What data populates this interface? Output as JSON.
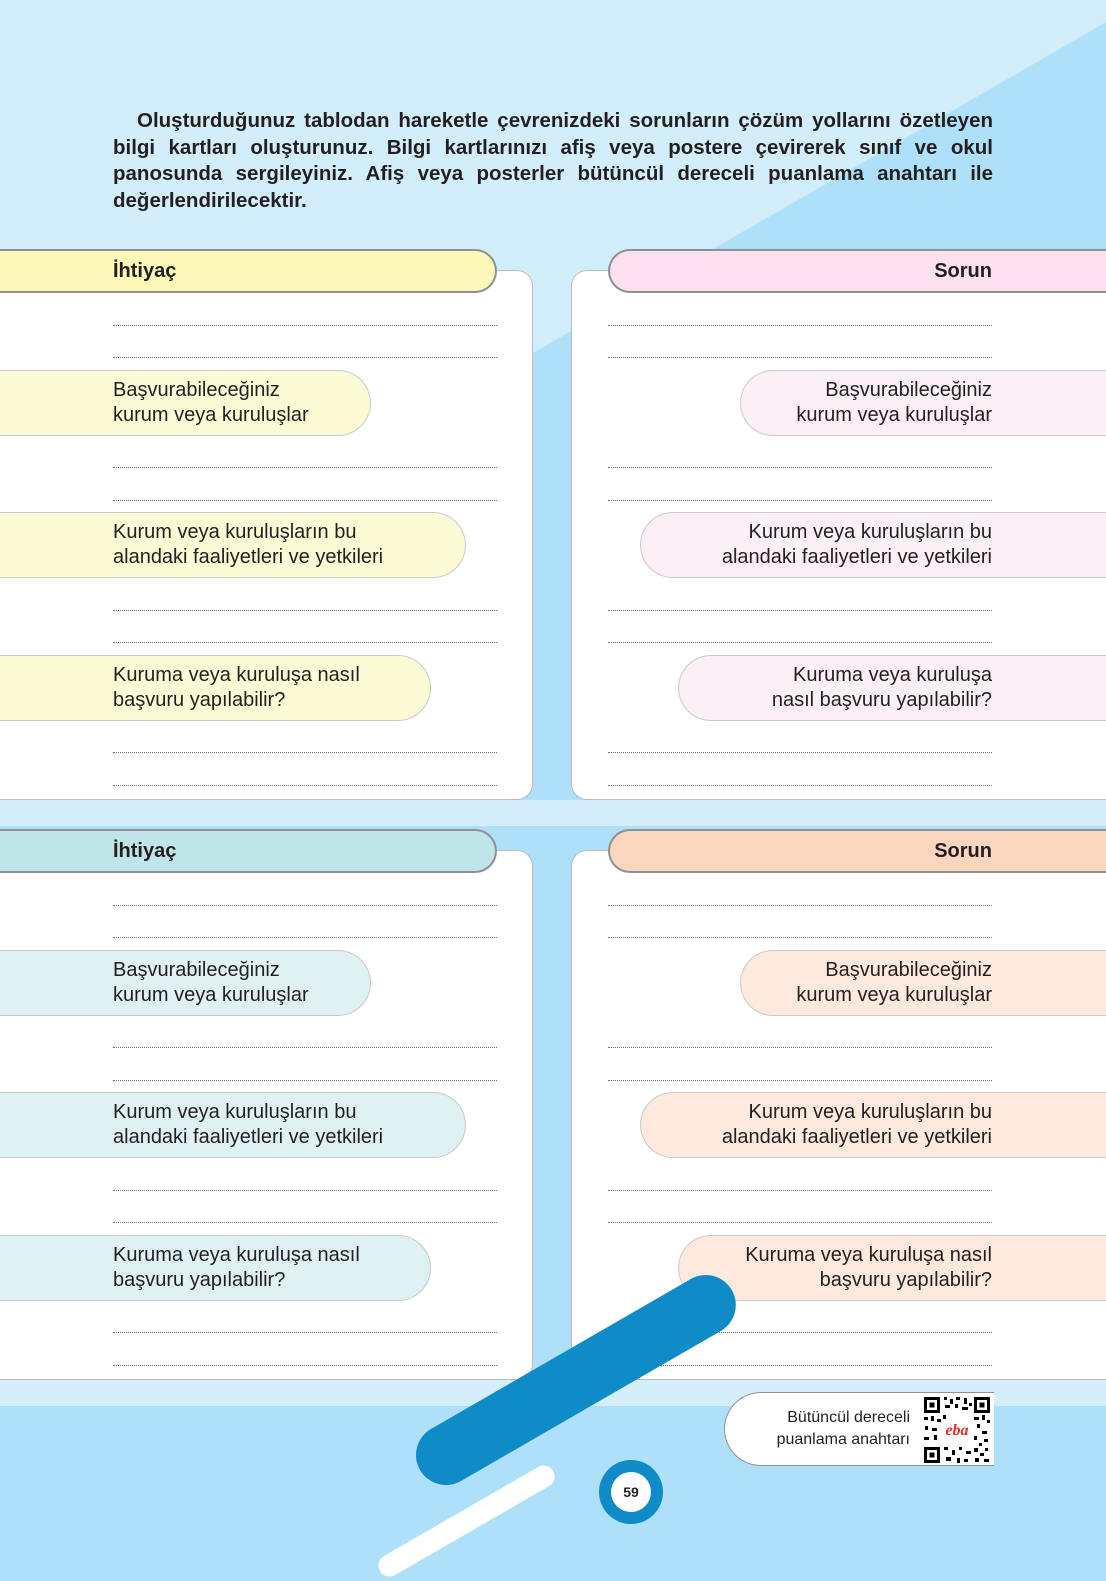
{
  "intro": "Oluşturduğunuz tablodan hareketle çevrenizdeki sorunların çözüm yollarını özetleyen bilgi kartları oluşturunuz. Bilgi kartlarınızı afiş veya postere çevirerek sınıf ve okul panosunda sergileyiniz. Afiş veya posterler bütüncül dereceli puanlama anahtarı ile değerlendirilecektir.",
  "cards": {
    "top_left": {
      "title": "İhtiyaç",
      "p1": [
        "Başvurabileceğiniz",
        "kurum veya kuruluşlar"
      ],
      "p2": [
        "Kurum veya kuruluşların bu",
        "alandaki faaliyetleri ve yetkileri"
      ],
      "p3": [
        "Kuruma veya kuruluşa nasıl",
        "başvuru yapılabilir?"
      ]
    },
    "top_right": {
      "title": "Sorun",
      "p1": [
        "Başvurabileceğiniz",
        "kurum veya kuruluşlar"
      ],
      "p2": [
        "Kurum veya kuruluşların bu",
        "alandaki faaliyetleri ve yetkileri"
      ],
      "p3": [
        "Kuruma veya kuruluşa",
        "nasıl başvuru yapılabilir?"
      ]
    },
    "bottom_left": {
      "title": "İhtiyaç",
      "p1": [
        "Başvurabileceğiniz",
        "kurum veya kuruluşlar"
      ],
      "p2": [
        "Kurum veya kuruluşların bu",
        "alandaki faaliyetleri ve yetkileri"
      ],
      "p3": [
        "Kuruma veya kuruluşa nasıl",
        "başvuru yapılabilir?"
      ]
    },
    "bottom_right": {
      "title": "Sorun",
      "p1": [
        "Başvurabileceğiniz",
        "kurum veya kuruluşlar"
      ],
      "p2": [
        "Kurum veya kuruluşların bu",
        "alandaki faaliyetleri ve yetkileri"
      ],
      "p3": [
        "Kuruma veya kuruluşa nasıl",
        "başvuru yapılabilir?"
      ]
    }
  },
  "qr": {
    "line1": "Bütüncül dereceli",
    "line2": "puanlama anahtarı",
    "logo_text": "eba",
    "icon": "qr-code-icon"
  },
  "page_number": "59",
  "colors": {
    "background": "#aee0f9",
    "accent_blue": "#0f8cc7",
    "yellow": "#fbf8b9",
    "pink": "#fbe0ee",
    "teal": "#bfe5e9",
    "peach": "#fbd6bf"
  }
}
